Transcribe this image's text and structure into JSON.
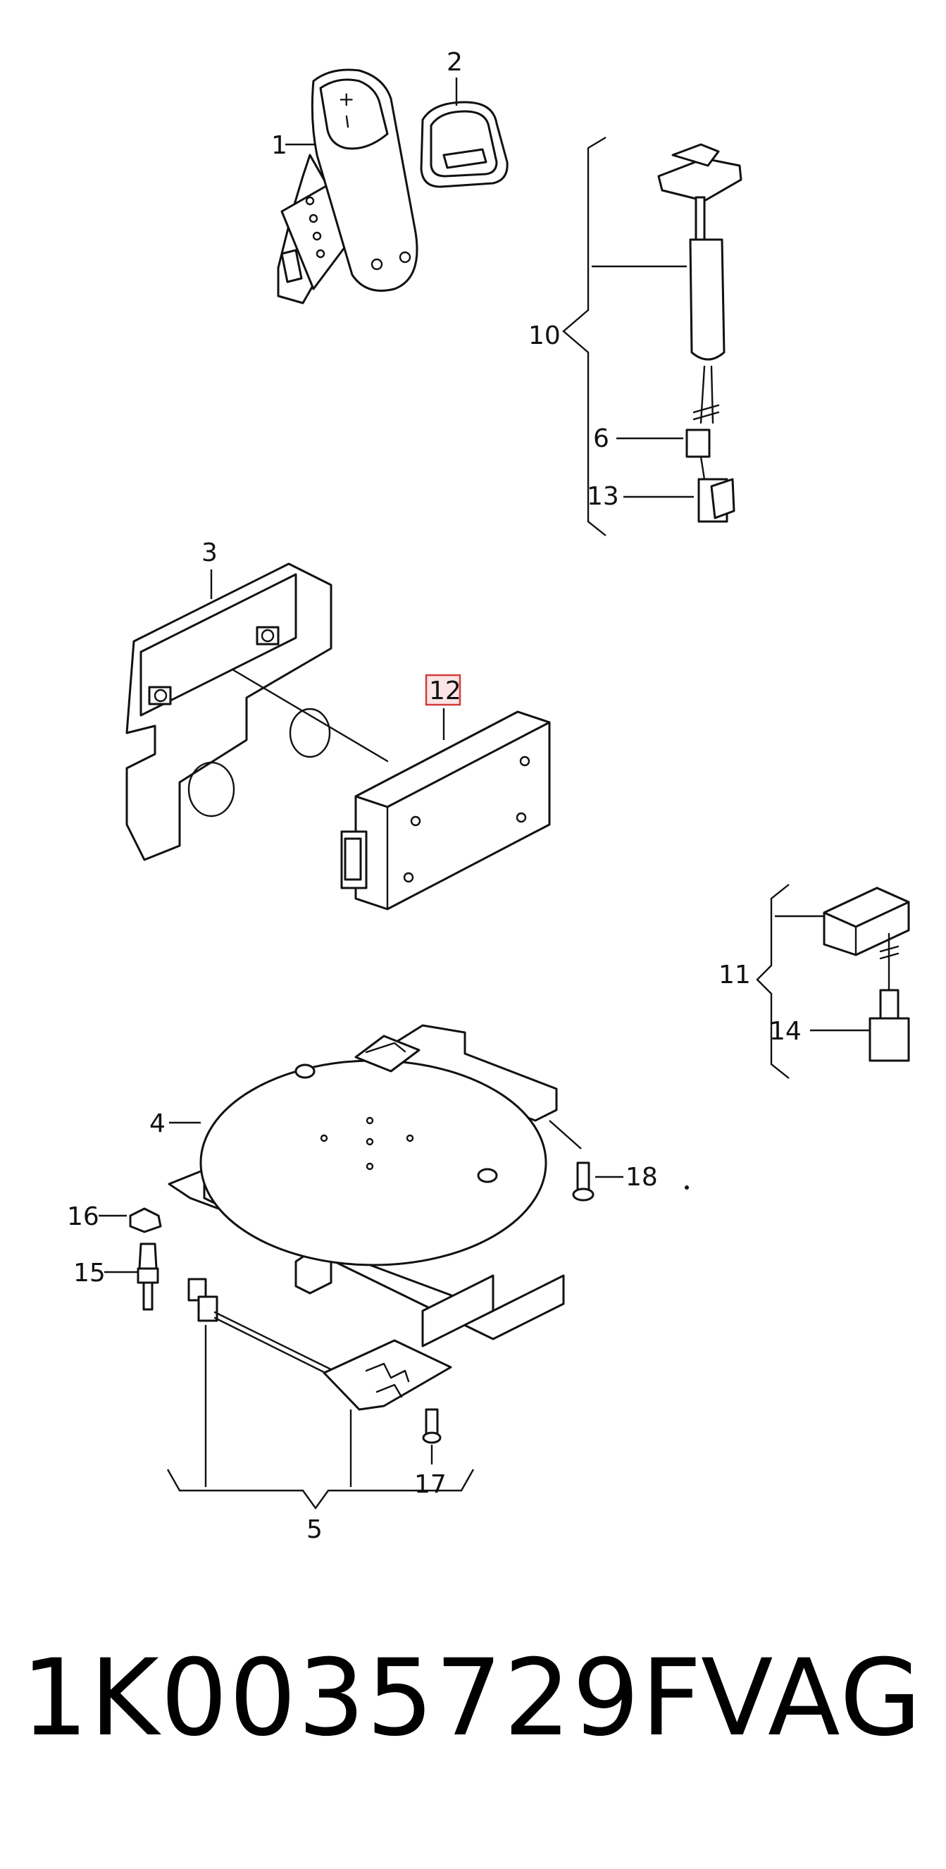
{
  "callouts": {
    "c1": "1",
    "c2": "2",
    "c3": "3",
    "c4": "4",
    "c5": "5",
    "c6": "6",
    "c10": "10",
    "c11": "11",
    "c12": "12",
    "c13": "13",
    "c14": "14",
    "c15": "15",
    "c16": "16",
    "c17": "17",
    "c18": "18"
  },
  "footer": {
    "part_number": "1K0035729F",
    "brand": "VAG"
  },
  "colors": {
    "line": "#111111",
    "highlight_fill": "#fde5e5",
    "highlight_stroke": "#d23b3b",
    "background": "#ffffff"
  }
}
